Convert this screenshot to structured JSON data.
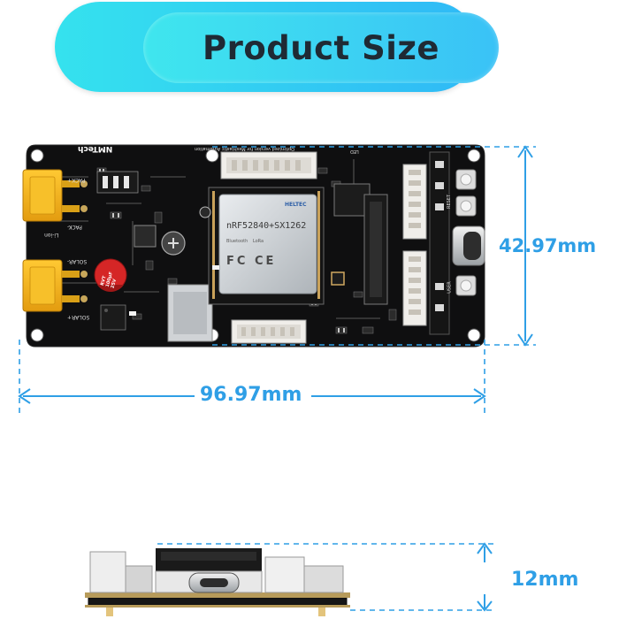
{
  "title": "Product Size",
  "dimensions": {
    "height": "42.97mm",
    "width": "96.97mm",
    "thickness": "12mm"
  },
  "board": {
    "brand": "NMTech",
    "subtitle": "Optimized version for Meshtastic Automation",
    "module_brand": "HELTEC",
    "module_name": "nRF52840+SX1262",
    "module_tags": [
      "Bluetooth",
      "LoRa"
    ],
    "cert_marks": "FC CE",
    "capacitor_text": "RVT 100µF 25V",
    "labels": [
      "PACK+",
      "PACK-",
      "SOLAR+",
      "SOLAR-",
      "Li-ion",
      "LED",
      "RESET",
      "USER"
    ]
  },
  "colors": {
    "accent": "#2f9fe6",
    "title_gradient_start": "#35e2ee",
    "title_gradient_end": "#2fb9f6",
    "pcb": "#0f0f10",
    "connector_yellow": "#f2b21b",
    "capacitor_red": "#d52626"
  }
}
